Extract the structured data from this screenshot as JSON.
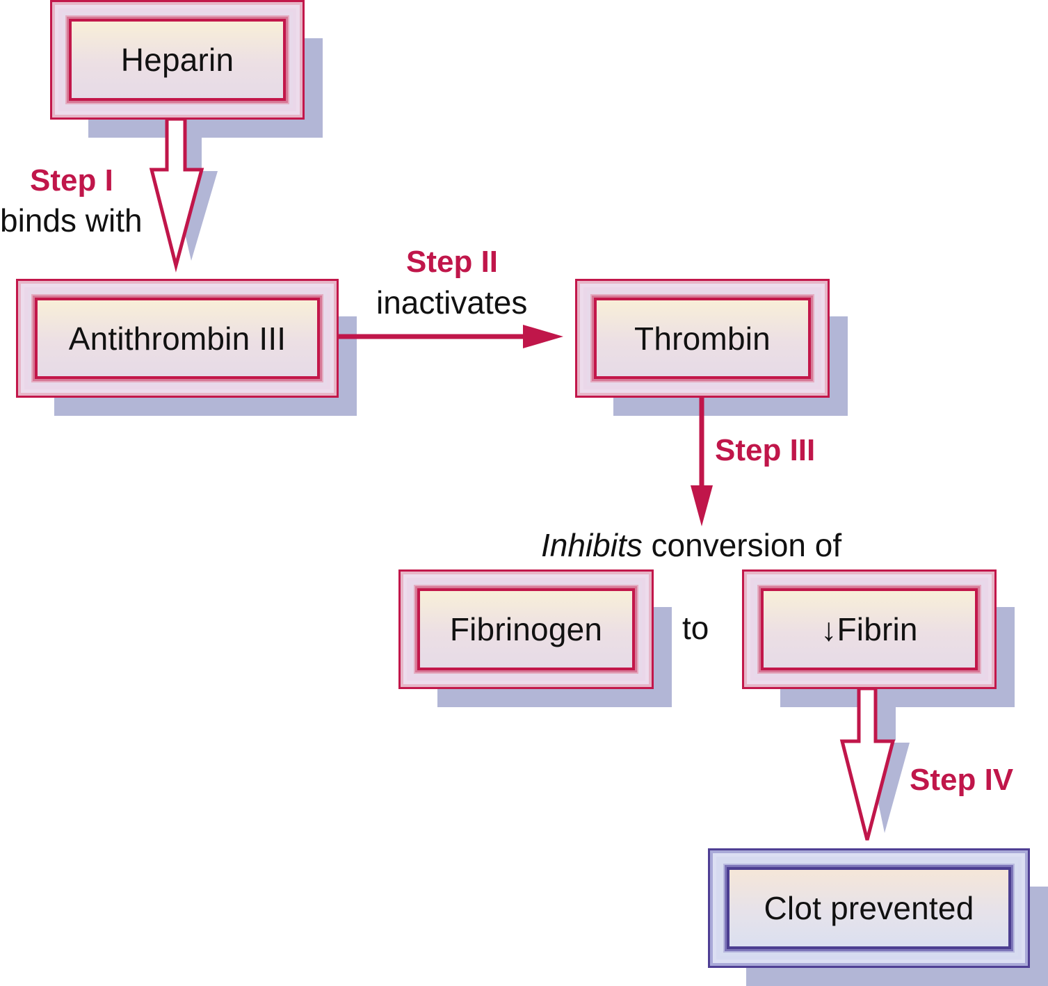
{
  "diagram": {
    "nodes": [
      {
        "id": "heparin",
        "label": "Heparin",
        "style": "red"
      },
      {
        "id": "antithrombin",
        "label": "Antithrombin III",
        "style": "red"
      },
      {
        "id": "thrombin",
        "label": "Thrombin",
        "style": "red"
      },
      {
        "id": "fibrinogen",
        "label": "Fibrinogen",
        "style": "red"
      },
      {
        "id": "fibrin",
        "label": "↓Fibrin",
        "style": "red"
      },
      {
        "id": "clot",
        "label": "Clot prevented",
        "style": "blue"
      }
    ],
    "edges": [
      {
        "from": "heparin",
        "to": "antithrombin",
        "step": "Step I",
        "text": "binds with",
        "arrow": "hollow"
      },
      {
        "from": "antithrombin",
        "to": "thrombin",
        "step": "Step II",
        "text": "inactivates",
        "arrow": "solid"
      },
      {
        "from": "thrombin",
        "to": "conversion",
        "step": "Step III",
        "text": "",
        "arrow": "solid"
      },
      {
        "from": "fibrin",
        "to": "clot",
        "step": "Step IV",
        "text": "",
        "arrow": "hollow"
      }
    ],
    "conversion_text": {
      "italic": "Inhibits",
      "rest": " conversion of"
    },
    "connector_text": "to",
    "colors": {
      "accent_red": "#c0164a",
      "accent_blue": "#4f3f94",
      "shadow": "#b2b6d6",
      "text": "#111111"
    }
  }
}
